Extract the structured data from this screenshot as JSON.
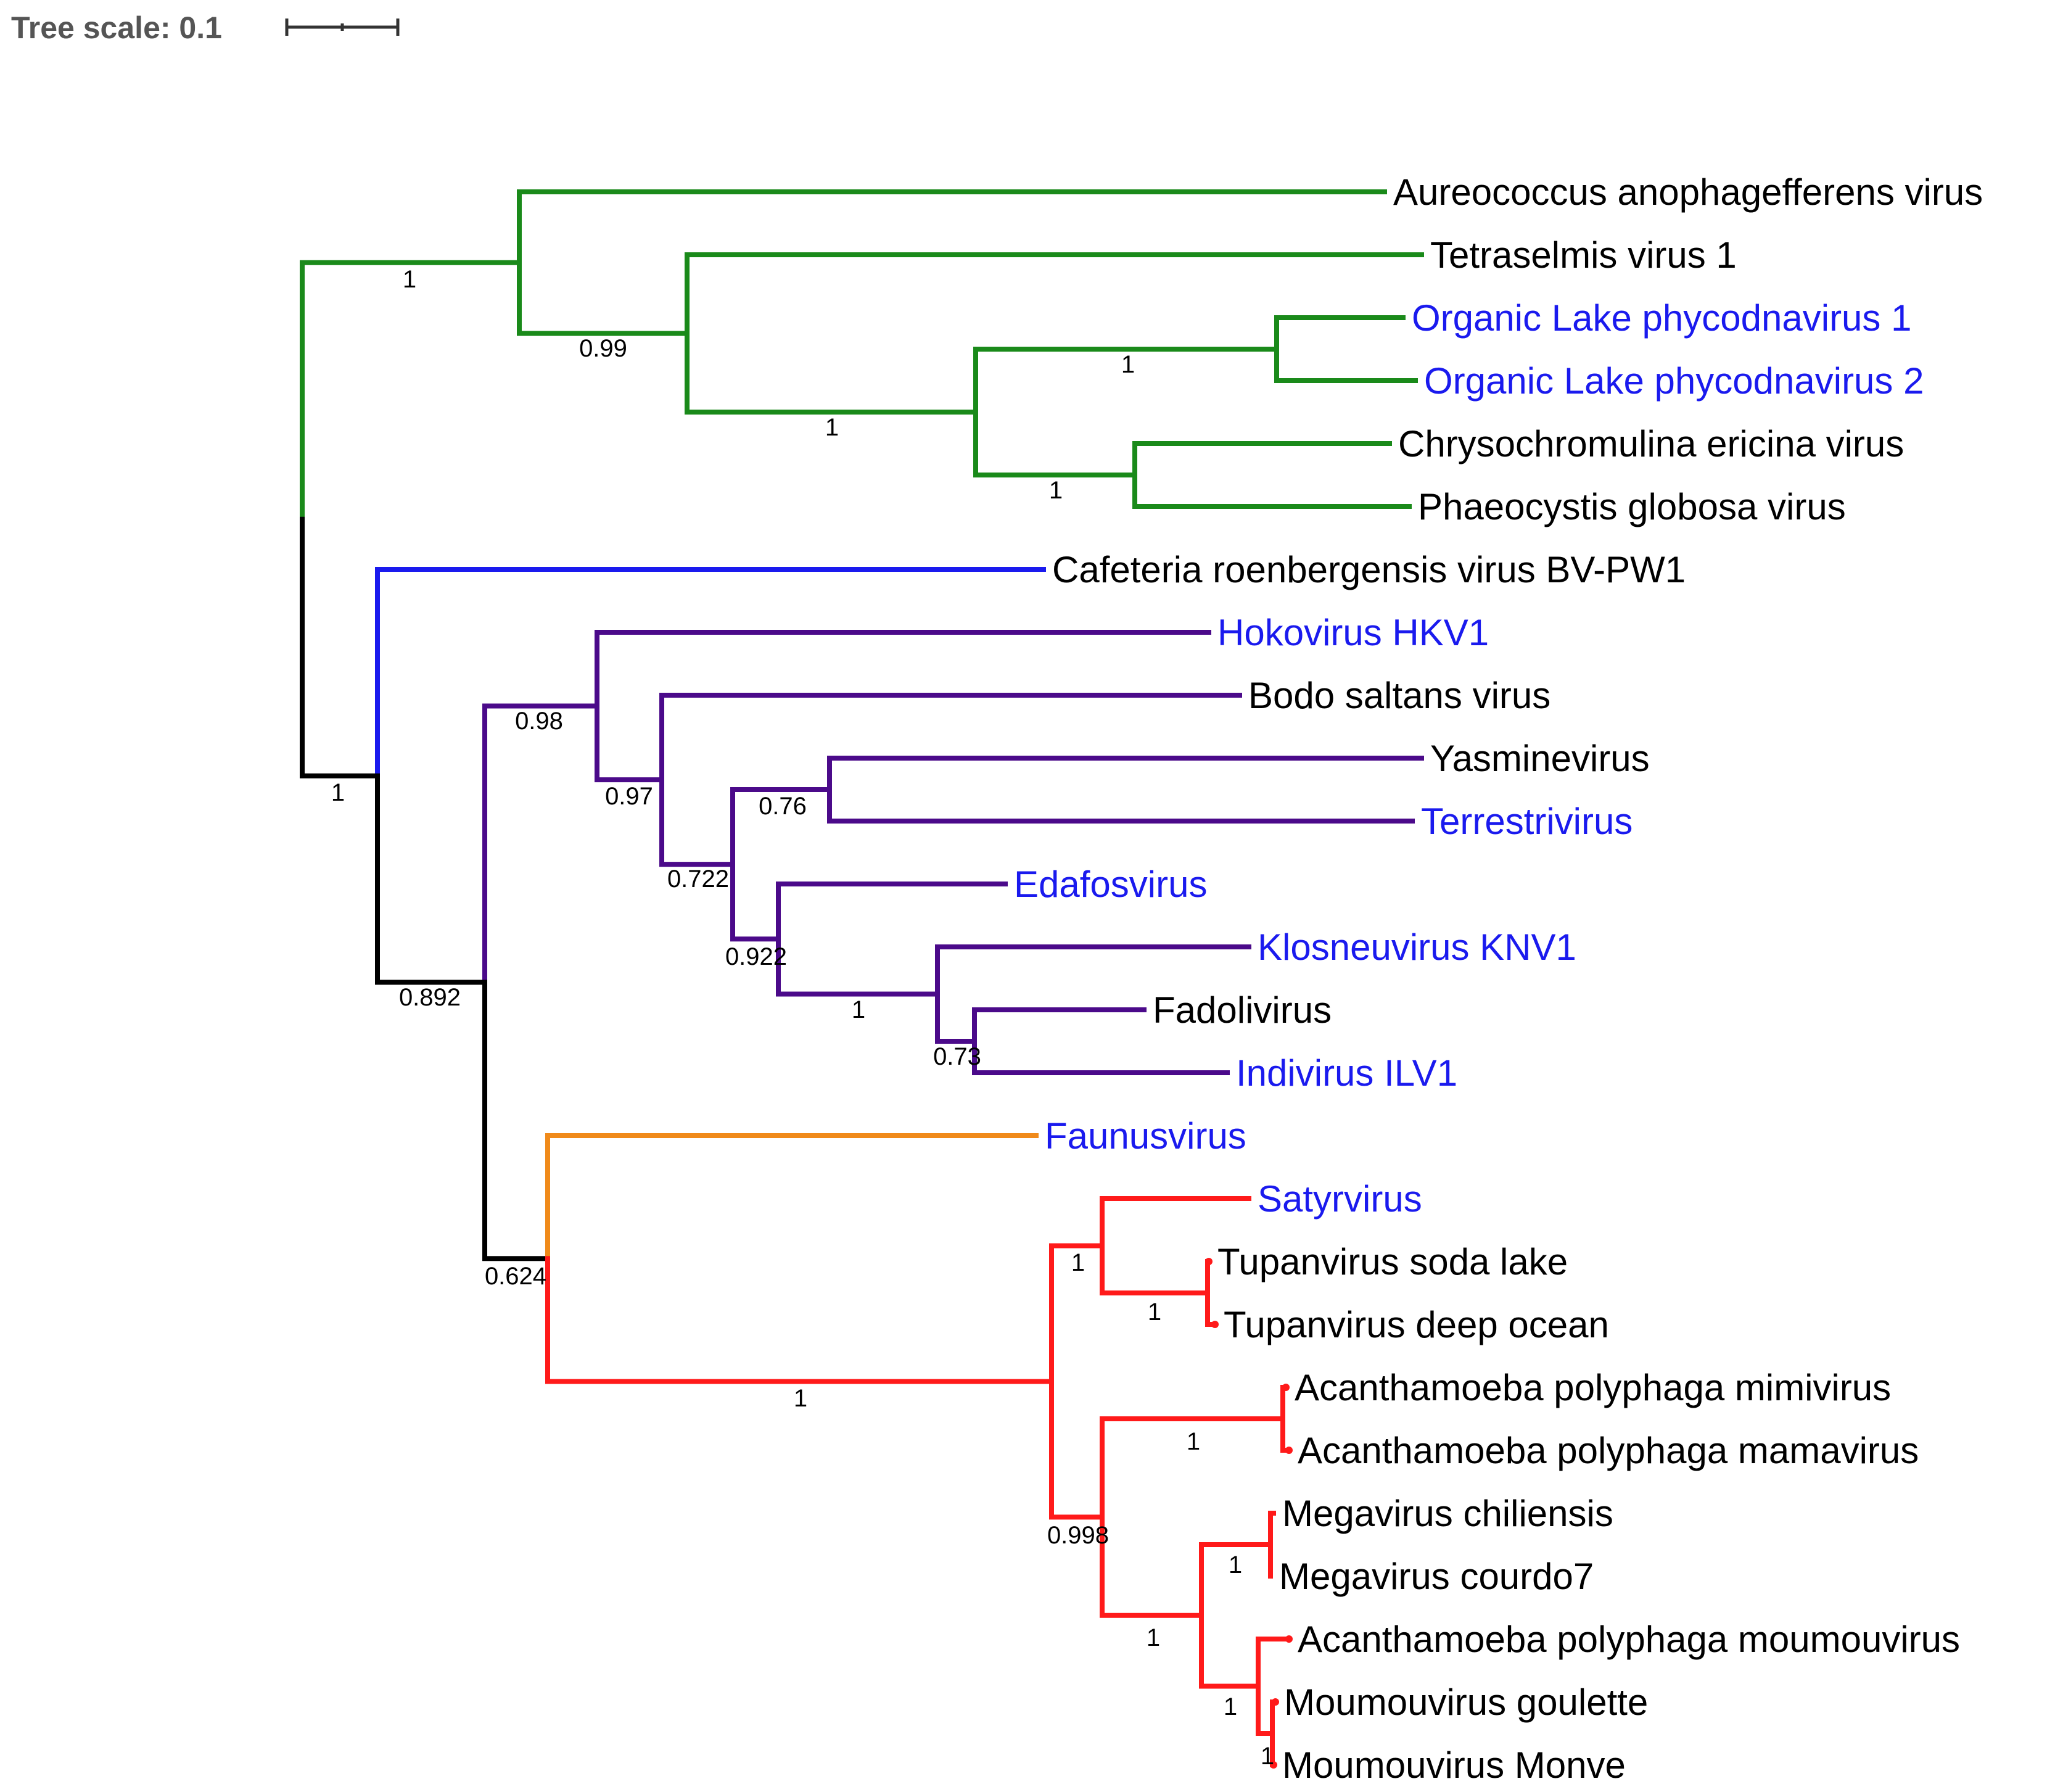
{
  "scale": {
    "label": "Tree scale: 0.1",
    "value": 0.1
  },
  "colors": {
    "backbone": "#000000",
    "green_clade": "#1a8a1a",
    "blue_branch": "#1a1aee",
    "purple_clade": "#4b0a8a",
    "orange_branch": "#f08a1a",
    "red_clade": "#ff1a1a",
    "leaf_default": "#000000",
    "leaf_highlight": "#1a1aee"
  },
  "leaves": [
    {
      "id": "aureococcus",
      "label": "Aureococcus anophagefferens virus",
      "highlight": false
    },
    {
      "id": "tetraselmis",
      "label": "Tetraselmis virus 1",
      "highlight": false
    },
    {
      "id": "olpv1",
      "label": "Organic Lake phycodnavirus 1",
      "highlight": true
    },
    {
      "id": "olpv2",
      "label": "Organic Lake phycodnavirus 2",
      "highlight": true
    },
    {
      "id": "chrysochromulina",
      "label": "Chrysochromulina ericina virus",
      "highlight": false
    },
    {
      "id": "phaeocystis",
      "label": "Phaeocystis globosa virus",
      "highlight": false
    },
    {
      "id": "cafeteria",
      "label": "Cafeteria roenbergensis virus BV-PW1",
      "highlight": false
    },
    {
      "id": "hokovirus",
      "label": "Hokovirus HKV1",
      "highlight": true
    },
    {
      "id": "bodo",
      "label": "Bodo saltans virus",
      "highlight": false
    },
    {
      "id": "yasminevirus",
      "label": "Yasminevirus",
      "highlight": false
    },
    {
      "id": "terrestrivirus",
      "label": "Terrestrivirus",
      "highlight": true
    },
    {
      "id": "edafosvirus",
      "label": "Edafosvirus",
      "highlight": true
    },
    {
      "id": "klosneuvirus",
      "label": "Klosneuvirus KNV1",
      "highlight": true
    },
    {
      "id": "fadolivirus",
      "label": "Fadolivirus",
      "highlight": false
    },
    {
      "id": "indivirus",
      "label": "Indivirus ILV1",
      "highlight": true
    },
    {
      "id": "faunusvirus",
      "label": "Faunusvirus",
      "highlight": true
    },
    {
      "id": "satyrvirus",
      "label": "Satyrvirus",
      "highlight": true
    },
    {
      "id": "tupan_soda",
      "label": "Tupanvirus soda lake",
      "highlight": false
    },
    {
      "id": "tupan_deep",
      "label": "Tupanvirus deep ocean",
      "highlight": false
    },
    {
      "id": "apmv",
      "label": "Acanthamoeba polyphaga mimivirus",
      "highlight": false
    },
    {
      "id": "mamavirus",
      "label": "Acanthamoeba polyphaga mamavirus",
      "highlight": false
    },
    {
      "id": "megavirus_chil",
      "label": "Megavirus chiliensis",
      "highlight": false
    },
    {
      "id": "megavirus_courdo",
      "label": "Megavirus courdo7",
      "highlight": false
    },
    {
      "id": "moumou_apmv",
      "label": "Acanthamoeba polyphaga moumouvirus",
      "highlight": false
    },
    {
      "id": "moumou_goulette",
      "label": "Moumouvirus goulette",
      "highlight": false
    },
    {
      "id": "moumou_monve",
      "label": "Moumouvirus Monve",
      "highlight": false
    }
  ],
  "support_values": {
    "root_green": "1",
    "green_sub": "0.99",
    "green_inner": "1",
    "olpv_pair": "1",
    "chryso_phaeo": "1",
    "root": "1",
    "purple_clade": "0.98",
    "purple_sub": "0.97",
    "purple_inner": "0.722",
    "yasmine_terrestri": "0.76",
    "edafos_group": "0.922",
    "klosneu_group": "1",
    "fadoli_indi": "0.73",
    "main_sub": "0.892",
    "faunus_red": "0.624",
    "red_clade": "1",
    "tupan_group": "1",
    "tupan_pair": "1",
    "mimi_mega": "0.998",
    "apmv_mama": "1",
    "mega_moumou": "1",
    "mega_pair": "1",
    "moumou_group": "1",
    "moumou_pair": "1"
  }
}
